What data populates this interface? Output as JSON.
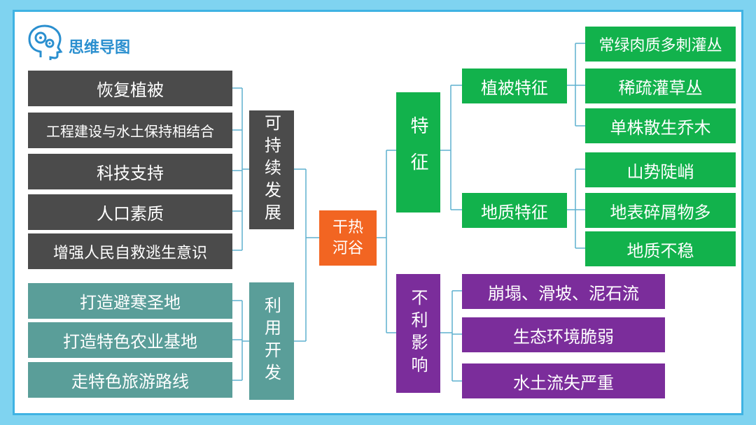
{
  "title": "思维导图",
  "center": "干热河谷",
  "left": {
    "sustainable": {
      "label": "可持续发展",
      "items": [
        "恢复植被",
        "工程建设与水土保持相结合",
        "科技支持",
        "人口素质",
        "增强人民自救逃生意识"
      ]
    },
    "utilize": {
      "label": "利用开发",
      "items": [
        "打造避寒圣地",
        "打造特色农业基地",
        "走特色旅游路线"
      ]
    }
  },
  "right": {
    "features": {
      "label": "特征",
      "vegetation": {
        "label": "植被特征",
        "items": [
          "常绿肉质多刺灌丛",
          "稀疏灌草丛",
          "单株散生乔木"
        ]
      },
      "geology": {
        "label": "地质特征",
        "items": [
          "山势陡峭",
          "地表碎屑物多",
          "地质不稳"
        ]
      }
    },
    "impacts": {
      "label": "不利影响",
      "items": [
        "崩塌、滑坡、泥石流",
        "生态环境脆弱",
        "水土流失严重"
      ]
    }
  },
  "colors": {
    "dark": "#4b4b4b",
    "teal": "#5a9e99",
    "orange": "#f26522",
    "green": "#12b24c",
    "purple": "#7b2d9b",
    "line": "#5fb0cf"
  },
  "icons": [
    "head-gears-icon"
  ]
}
